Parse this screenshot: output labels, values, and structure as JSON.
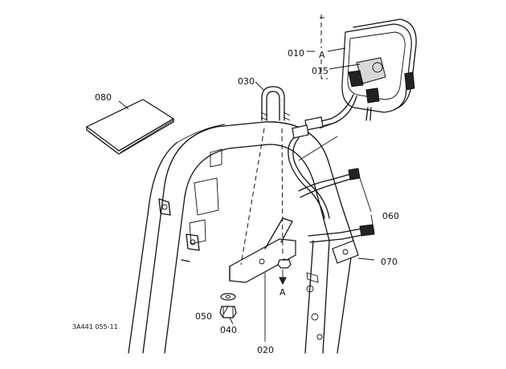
{
  "parts": [
    {
      "id": "p010",
      "label": "010"
    },
    {
      "id": "p015",
      "label": "015"
    },
    {
      "id": "p020",
      "label": "020"
    },
    {
      "id": "p030",
      "label": "030"
    },
    {
      "id": "p040",
      "label": "040"
    },
    {
      "id": "p050",
      "label": "050"
    },
    {
      "id": "p060",
      "label": "060"
    },
    {
      "id": "p070",
      "label": "070"
    },
    {
      "id": "p080",
      "label": "080"
    }
  ],
  "markers": {
    "ref_upper": "A",
    "ref_lower": "A"
  },
  "figure_code": "3A441 055-11"
}
